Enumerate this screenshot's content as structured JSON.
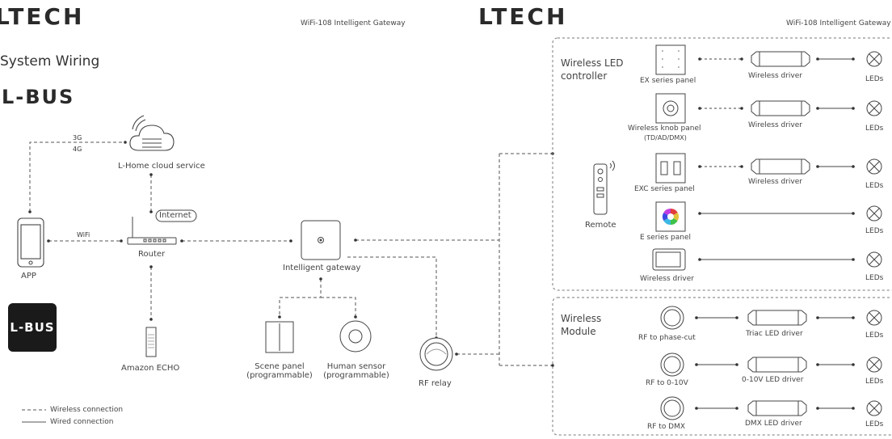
{
  "header_left": {
    "logo": "LTECH",
    "subtitle": "WiFi-108 Intelligent Gateway"
  },
  "header_right": {
    "logo": "LTECH",
    "subtitle": "WiFi-108 Intelligent Gateway"
  },
  "page_title": "System Wiring",
  "brand": "L-BUS",
  "brand_logo": "L-BUS",
  "network": {
    "cloud": "L-Home cloud service",
    "net_3g": "3G",
    "net_4g": "4G",
    "app": "APP",
    "wifi": "WiFi",
    "router": "Router",
    "internet": "Internet",
    "echo": "Amazon ECHO",
    "gateway": "Intelligent gateway",
    "scene_panel": [
      "Scene panel",
      "(programmable)"
    ],
    "human_sensor": [
      "Human sensor",
      "(programmable)"
    ],
    "rf_relay": "RF relay"
  },
  "legend": {
    "wireless": "Wireless connection",
    "wired": "Wired connection"
  },
  "wireless_led_controller": {
    "title": [
      "Wireless LED",
      "controller"
    ],
    "remote": "Remote",
    "rows": [
      {
        "panel": "EX series panel",
        "driver": "Wireless driver",
        "load": "LEDs"
      },
      {
        "panel": "Wireless knob panel",
        "panel_sub": "(TD/AD/DMX)",
        "driver": "Wireless driver",
        "load": "LEDs"
      },
      {
        "panel": "EXC series panel",
        "driver": "Wireless driver",
        "load": "LEDs"
      },
      {
        "panel": "E series panel",
        "load": "LEDs"
      },
      {
        "panel": "Wireless driver",
        "load": "LEDs"
      }
    ]
  },
  "wireless_module": {
    "title": [
      "Wireless",
      "Module"
    ],
    "rows": [
      {
        "module": "RF to phase-cut",
        "driver": "Triac LED driver",
        "load": "LEDs"
      },
      {
        "module": "RF to 0-10V",
        "driver": "0-10V LED driver",
        "load": "LEDs"
      },
      {
        "module": "RF to DMX",
        "driver": "DMX LED driver",
        "load": "LEDs"
      }
    ]
  }
}
